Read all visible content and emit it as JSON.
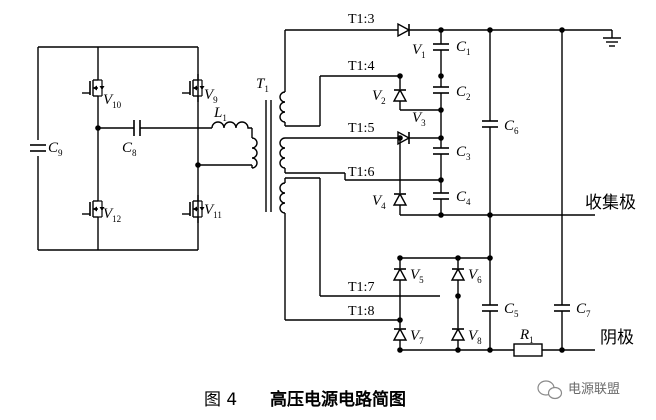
{
  "figure": {
    "caption_prefix": "图 4",
    "caption_title": "高压电源电路简图",
    "watermark": "电源联盟"
  },
  "transformer": {
    "name": "T",
    "name_sub": "1",
    "taps": [
      "T1:3",
      "T1:4",
      "T1:5",
      "T1:6",
      "T1:7",
      "T1:8"
    ]
  },
  "bridge": {
    "switches": [
      {
        "name": "V",
        "sub": "10"
      },
      {
        "name": "V",
        "sub": "9"
      },
      {
        "name": "V",
        "sub": "12"
      },
      {
        "name": "V",
        "sub": "11"
      }
    ],
    "capacitors": [
      {
        "name": "C",
        "sub": "9"
      },
      {
        "name": "C",
        "sub": "8"
      }
    ],
    "inductor": {
      "name": "L",
      "sub": "1"
    }
  },
  "secondary": {
    "diodes": [
      {
        "name": "V",
        "sub": "1"
      },
      {
        "name": "V",
        "sub": "2"
      },
      {
        "name": "V",
        "sub": "3"
      },
      {
        "name": "V",
        "sub": "4"
      },
      {
        "name": "V",
        "sub": "5"
      },
      {
        "name": "V",
        "sub": "6"
      },
      {
        "name": "V",
        "sub": "7"
      },
      {
        "name": "V",
        "sub": "8"
      }
    ],
    "capacitors": [
      {
        "name": "C",
        "sub": "1"
      },
      {
        "name": "C",
        "sub": "2"
      },
      {
        "name": "C",
        "sub": "3"
      },
      {
        "name": "C",
        "sub": "4"
      },
      {
        "name": "C",
        "sub": "5"
      },
      {
        "name": "C",
        "sub": "6"
      },
      {
        "name": "C",
        "sub": "7"
      }
    ],
    "resistor": {
      "name": "R",
      "sub": "1"
    }
  },
  "outputs": {
    "collector": "收集极",
    "cathode": "阴极"
  }
}
